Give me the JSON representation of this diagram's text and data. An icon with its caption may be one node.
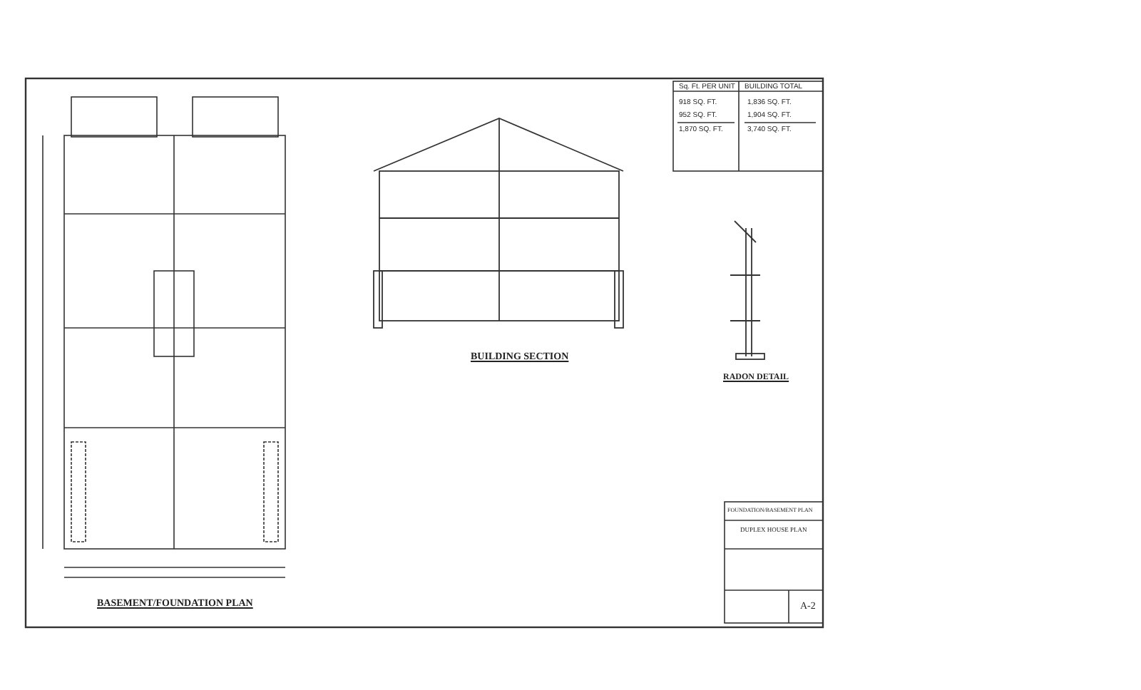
{
  "diagram": {
    "labels": [
      "Sq. Ft. PER UNIT",
      "BUILDING TOTAL",
      "918 SQ. FT.",
      "1,836 SQ. FT.",
      "952 SQ. FT.",
      "1,904 SQ. FT.",
      "1,870 SQ. FT.",
      "3,740 SQ. FT.",
      "BUILDING SECTION",
      "RADON DETAIL",
      "BASEMENT/FOUNDATION PLAN",
      "FOUNDATION/BASEMENT PLAN",
      "DUPLEX HOUSE PLAN",
      "A-2"
    ]
  }
}
